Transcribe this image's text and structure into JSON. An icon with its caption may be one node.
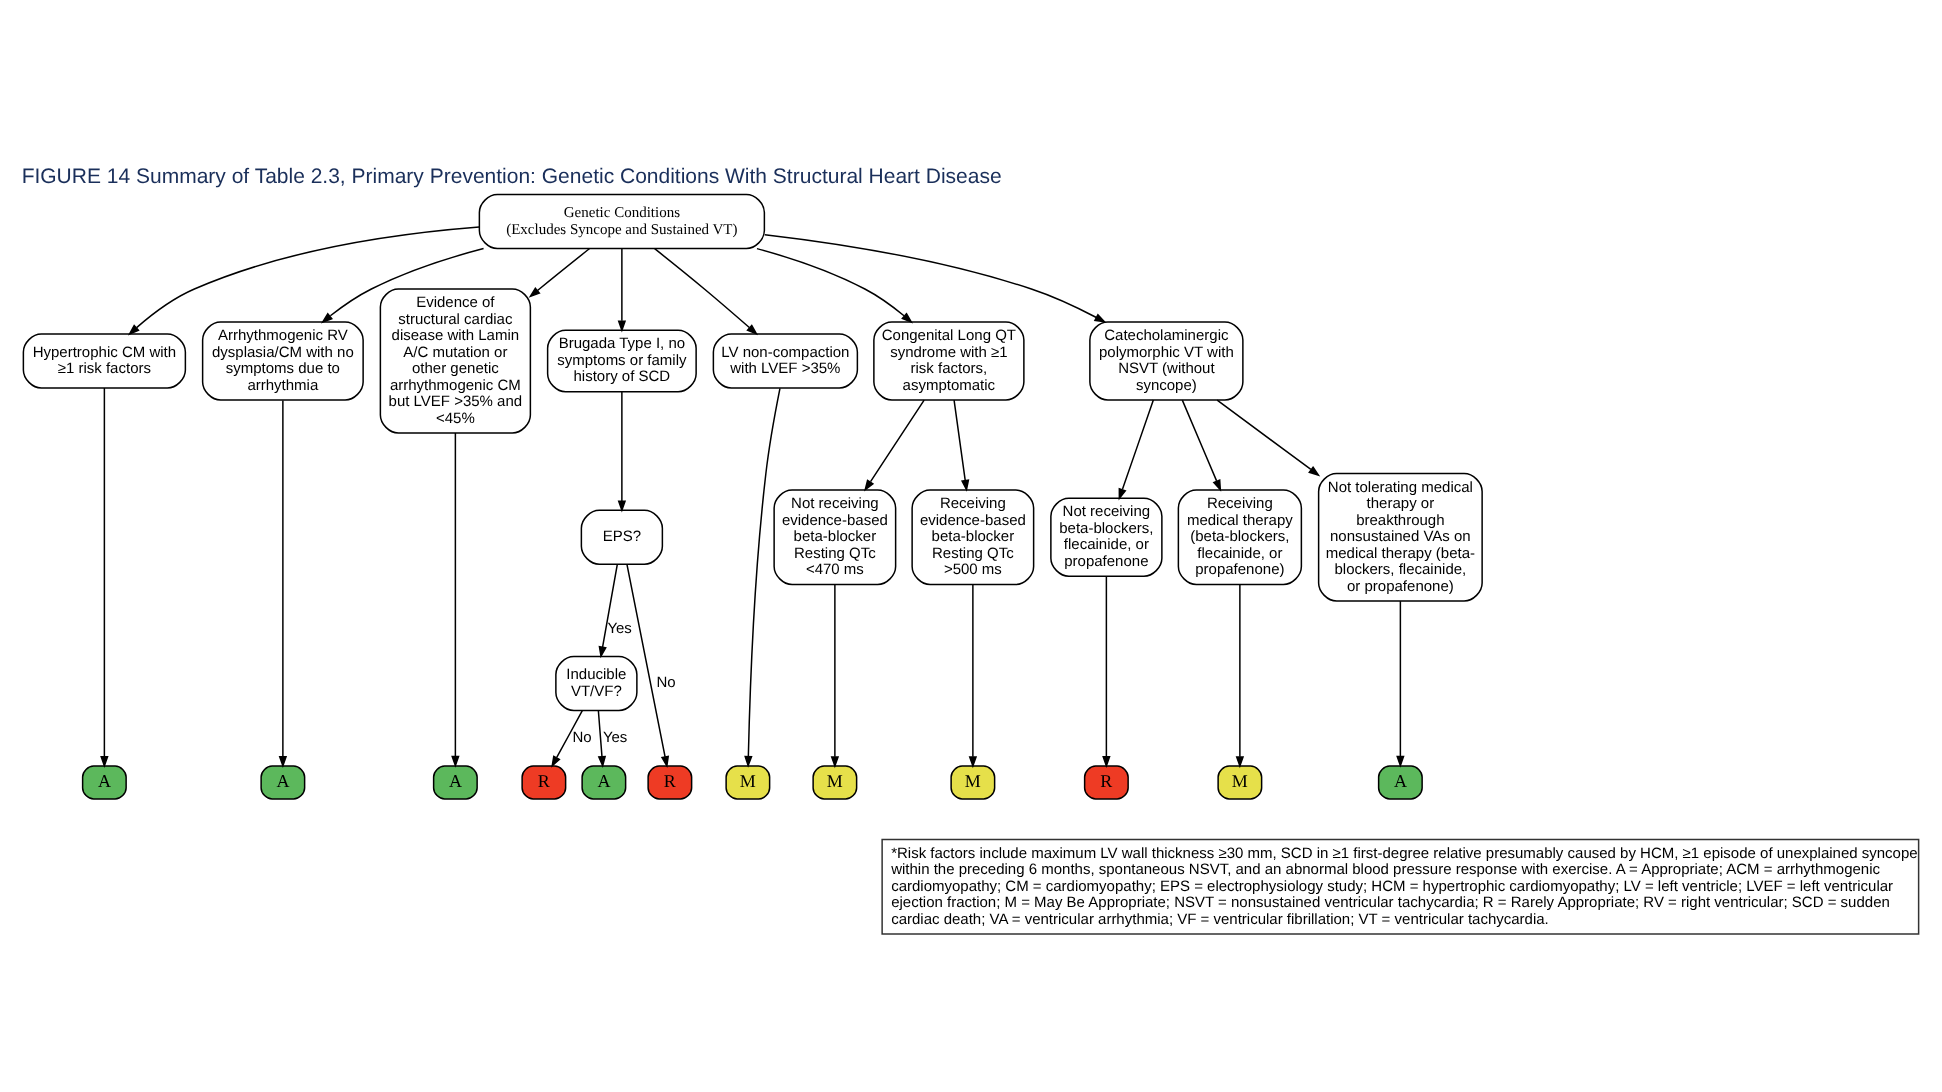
{
  "diagram": {
    "title": "FIGURE 14 Summary of Table 2.3, Primary Prevention: Genetic Conditions With Structural Heart Disease",
    "caption": "*Risk factors include maximum LV wall thickness ≥30 mm, SCD in ≥1 first-degree relative presumably caused by HCM, ≥1 episode of unexplained syncope within the preceding 6 months, spontaneous NSVT, and an abnormal blood pressure response with exercise. A = Appropriate; ACM = arrhythmogenic cardiomyopathy; CM = cardiomyopathy; EPS = electrophysiology study; HCM = hypertrophic cardiomyopathy; LV = left ventricle; LVEF = left ventricular ejection fraction; M = May Be Appropriate; NSVT = nonsustained ventricular tachycardia; R = Rarely Appropriate; RV = right ventricular; SCD = sudden cardiac death; VA = ventricular arrhythmia; VF = ventricular fibrillation; VT = ventricular tachycardia.",
    "nodes": [
      {
        "text": [
          "Genetic Conditions",
          "(Excludes Syncope and Sustained VT)"
        ]
      },
      {
        "text": [
          "Hypertrophic CM with ≥1 risk factors"
        ]
      },
      {
        "text": [
          "Arrhythmogenic RV dysplasia/CM with no symptoms due to arrhythmia"
        ]
      },
      {
        "text": [
          "Evidence of structural cardiac disease with Lamin A/C mutation or other genetic arrhythmogenic CM but LVEF >35% and <45%"
        ]
      },
      {
        "text": [
          "Brugada Type I, no symptoms or family history of SCD"
        ]
      },
      {
        "text": [
          "LV non-compaction with LVEF >35%"
        ]
      },
      {
        "text": [
          "Congenital Long QT syndrome with ≥1 risk factors, asymptomatic"
        ]
      },
      {
        "text": [
          "Catecholaminergic polymorphic VT with NSVT (without syncope)"
        ]
      },
      {
        "text": [
          "EPS?"
        ]
      },
      {
        "text": [
          "Inducible VT/VF?"
        ]
      },
      {
        "text": [
          "Not receiving evidence-based beta-blocker Resting QTc <470 ms"
        ]
      },
      {
        "text": [
          "Receiving evidence-based beta-blocker Resting QTc >500 ms"
        ]
      },
      {
        "text": [
          "Not receiving beta-blockers, flecainide, or propafenone"
        ]
      },
      {
        "text": [
          "Receiving medical therapy (beta-blockers, flecainide, or propafenone)"
        ]
      },
      {
        "text": [
          "Not tolerating medical therapy or breakthrough nonsustained VAs on medical therapy (beta-blockers, flecainide, or propafenone)"
        ]
      },
      {
        "text": [
          "A"
        ]
      },
      {
        "text": [
          "A"
        ]
      },
      {
        "text": [
          "A"
        ]
      },
      {
        "text": [
          "R"
        ]
      },
      {
        "text": [
          "R"
        ]
      },
      {
        "text": [
          "A"
        ]
      },
      {
        "text": [
          "M"
        ]
      },
      {
        "text": [
          "M"
        ]
      },
      {
        "text": [
          "M"
        ]
      },
      {
        "text": [
          "R"
        ]
      },
      {
        "text": [
          "M"
        ]
      },
      {
        "text": [
          "A"
        ]
      }
    ],
    "edges": [
      {
        "from": 0,
        "to": 1,
        "arrow": "to"
      },
      {
        "from": 0,
        "to": 2,
        "arrow": "to"
      },
      {
        "from": 0,
        "to": 3,
        "arrow": "to"
      },
      {
        "from": 0,
        "to": 4,
        "arrow": "to"
      },
      {
        "from": 0,
        "to": 5,
        "arrow": "to"
      },
      {
        "from": 0,
        "to": 6,
        "arrow": "to"
      },
      {
        "from": 0,
        "to": 7,
        "arrow": "to"
      },
      {
        "from": 1,
        "to": 15,
        "arrow": "to"
      },
      {
        "from": 2,
        "to": 16,
        "arrow": "to"
      },
      {
        "from": 3,
        "to": 17,
        "arrow": "to"
      },
      {
        "from": 4,
        "to": 8,
        "arrow": "to"
      },
      {
        "from": 8,
        "to": 18,
        "arrow": "to",
        "label": "No"
      },
      {
        "from": 8,
        "to": 9,
        "arrow": "to",
        "label": "Yes"
      },
      {
        "from": 9,
        "to": 19,
        "arrow": "to",
        "label": "No"
      },
      {
        "from": 9,
        "to": 20,
        "arrow": "to",
        "label": "Yes"
      },
      {
        "from": 5,
        "to": 21,
        "arrow": "to"
      },
      {
        "from": 6,
        "to": 10,
        "arrow": "to"
      },
      {
        "from": 6,
        "to": 11,
        "arrow": "to"
      },
      {
        "from": 10,
        "to": 22,
        "arrow": "to"
      },
      {
        "from": 11,
        "to": 23,
        "arrow": "to"
      },
      {
        "from": 7,
        "to": 12,
        "arrow": "to"
      },
      {
        "from": 7,
        "to": 13,
        "arrow": "to"
      },
      {
        "from": 7,
        "to": 14,
        "arrow": "to"
      },
      {
        "from": 12,
        "to": 24,
        "arrow": "to"
      },
      {
        "from": 13,
        "to": 25,
        "arrow": "to"
      },
      {
        "from": 14,
        "to": 26,
        "arrow": "to"
      }
    ]
  }
}
